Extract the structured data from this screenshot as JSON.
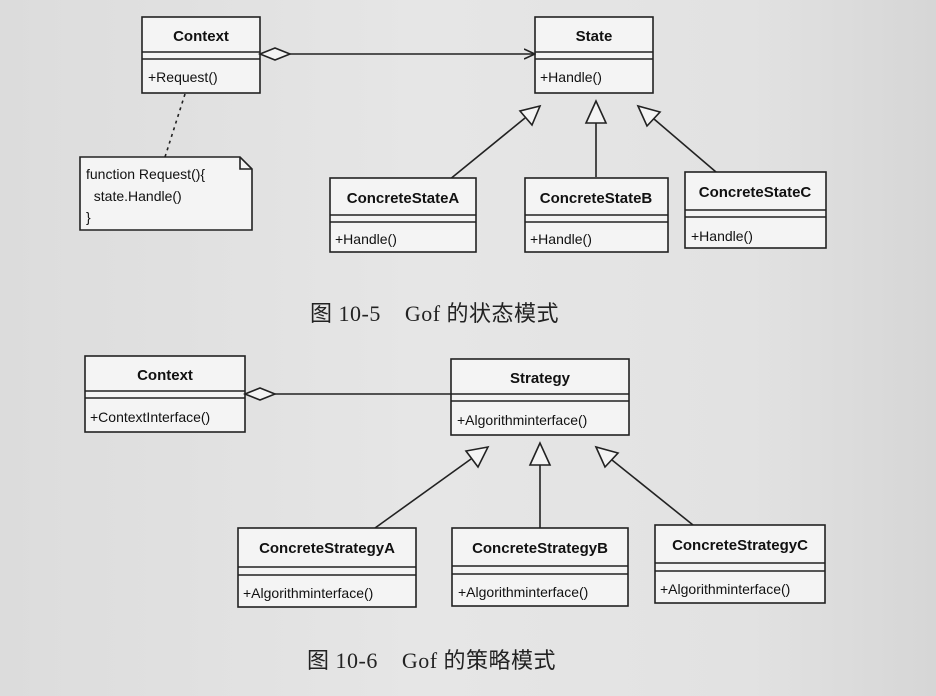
{
  "fig1": {
    "context": {
      "name": "Context",
      "op": "+Request()"
    },
    "state": {
      "name": "State",
      "op": "+Handle()"
    },
    "concrete": [
      {
        "name": "ConcreteStateA",
        "op": "+Handle()"
      },
      {
        "name": "ConcreteStateB",
        "op": "+Handle()"
      },
      {
        "name": "ConcreteStateC",
        "op": "+Handle()"
      }
    ],
    "note": [
      "function Request(){",
      "  state.Handle()",
      "}"
    ],
    "caption": "图 10-5    Gof 的状态模式"
  },
  "fig2": {
    "context": {
      "name": "Context",
      "op": "+ContextInterface()"
    },
    "strategy": {
      "name": "Strategy",
      "op": "+Algorithminterface()"
    },
    "concrete": [
      {
        "name": "ConcreteStrategyA",
        "op": "+Algorithminterface()"
      },
      {
        "name": "ConcreteStrategyB",
        "op": "+Algorithminterface()"
      },
      {
        "name": "ConcreteStrategyC",
        "op": "+Algorithminterface()"
      }
    ],
    "caption": "图 10-6    Gof 的策略模式"
  }
}
